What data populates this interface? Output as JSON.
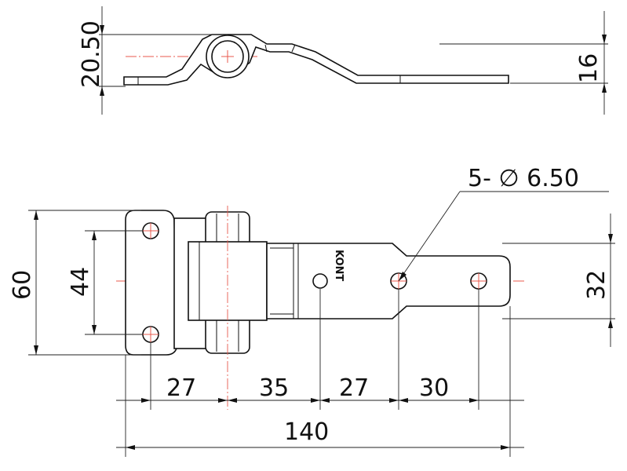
{
  "top_view": {
    "dim_height": "20.50",
    "dim_thickness": "16"
  },
  "front_view": {
    "dim_overall_height": "60",
    "dim_hole_spacing_vertical": "44",
    "dim_slot_width": "32",
    "hole_callout": "5- ∅ 6.50",
    "dim_length_segments": [
      "27",
      "35",
      "27",
      "30"
    ],
    "dim_overall_length": "140",
    "logo_text": "KONT"
  },
  "colors": {
    "outline": "#111111",
    "center_line": "#e8584c"
  }
}
